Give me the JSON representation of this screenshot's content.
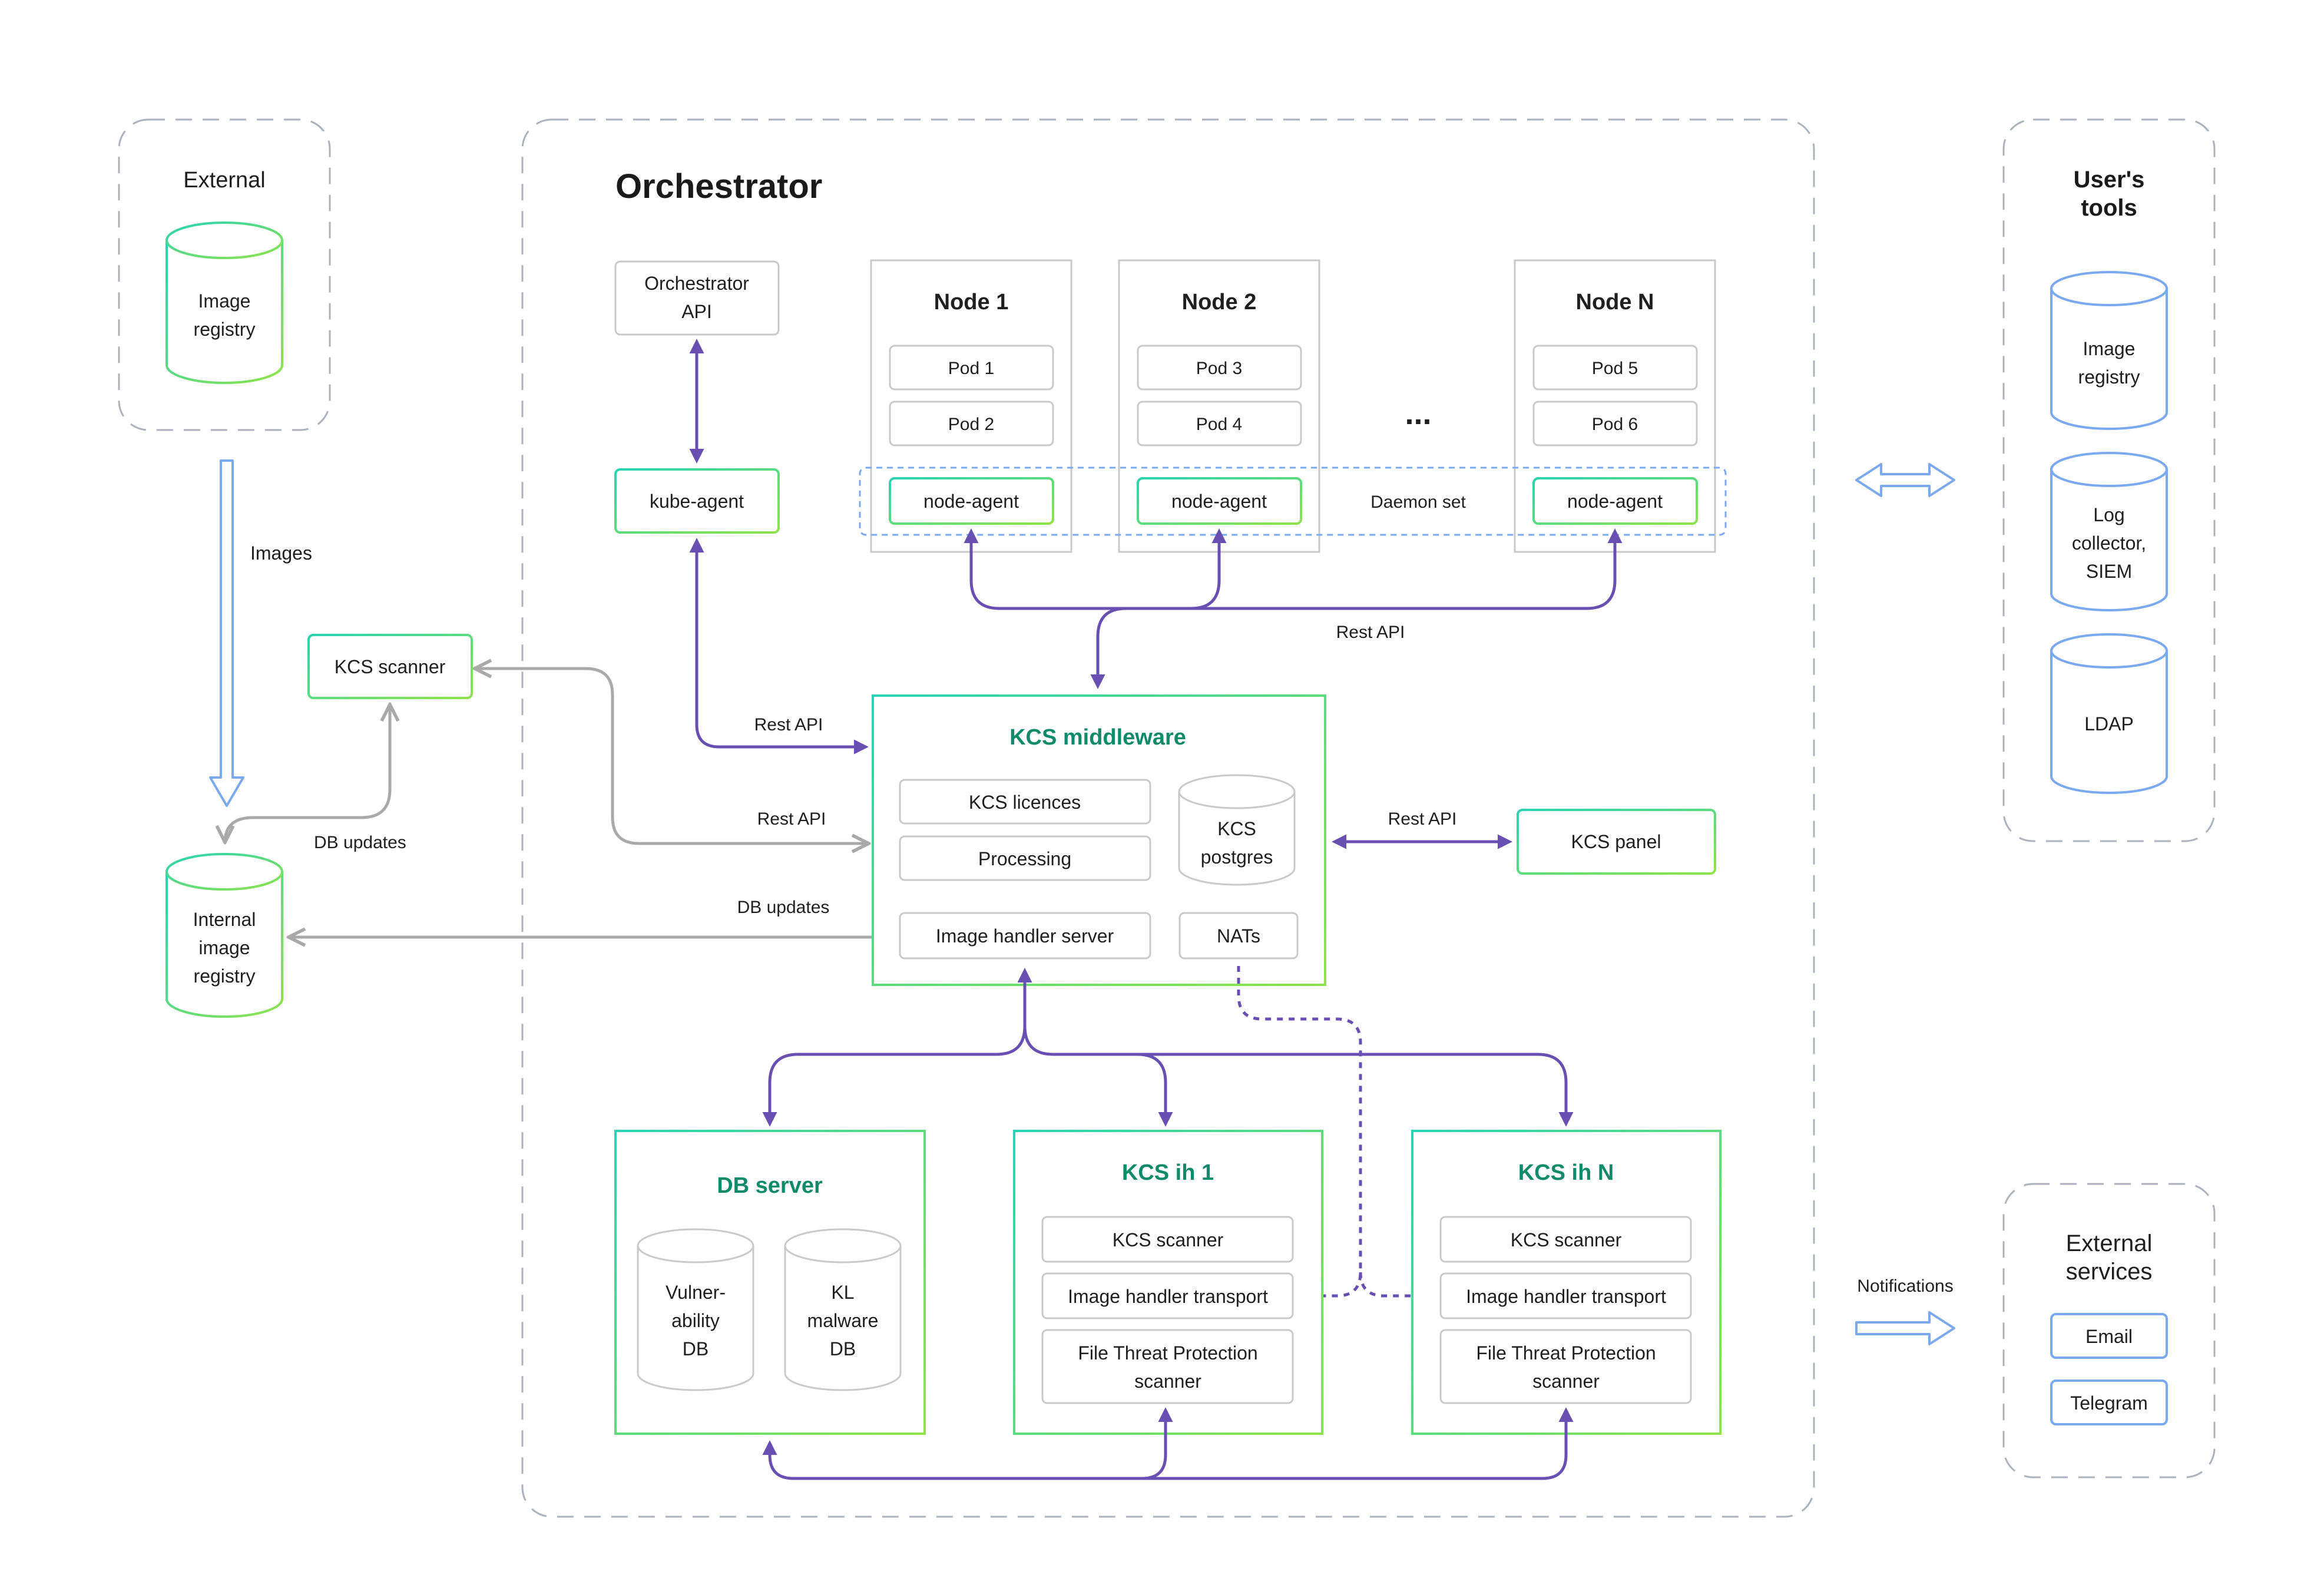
{
  "external": {
    "title": "External",
    "registry_line1": "Image",
    "registry_line2": "registry"
  },
  "images_label": "Images",
  "kcs_scanner_left": "KCS scanner",
  "db_updates_left": "DB updates",
  "internal_registry": {
    "line1": "Internal",
    "line2": "image",
    "line3": "registry"
  },
  "orchestrator": {
    "title": "Orchestrator",
    "api_line1": "Orchestrator",
    "api_line2": "API",
    "kube_agent": "kube-agent"
  },
  "nodes": [
    {
      "title": "Node 1",
      "pod_a": "Pod 1",
      "pod_b": "Pod 2",
      "agent": "node-agent"
    },
    {
      "title": "Node 2",
      "pod_a": "Pod 3",
      "pod_b": "Pod 4",
      "agent": "node-agent"
    },
    {
      "title": "Node N",
      "pod_a": "Pod 5",
      "pod_b": "Pod 6",
      "agent": "node-agent"
    }
  ],
  "ellipsis": "...",
  "daemon_set": "Daemon set",
  "labels": {
    "rest_api_nodes": "Rest API",
    "rest_api_kube": "Rest API",
    "rest_api_scanner": "Rest API",
    "db_updates_internal": "DB updates",
    "rest_api_panel": "Rest API",
    "notifications": "Notifications"
  },
  "middleware": {
    "title": "KCS middleware",
    "licences": "KCS licences",
    "processing": "Processing",
    "postgres_line1": "KCS",
    "postgres_line2": "postgres",
    "image_handler_server": "Image handler server",
    "nats": "NATs"
  },
  "kcs_panel": "KCS panel",
  "db_server": {
    "title": "DB server",
    "vuln_line1": "Vulner-",
    "vuln_line2": "ability",
    "vuln_line3": "DB",
    "kl_line1": "KL",
    "kl_line2": "malware",
    "kl_line3": "DB"
  },
  "ih1": {
    "title": "KCS ih 1",
    "scanner": "KCS scanner",
    "transport": "Image handler transport",
    "ftp_line1": "File Threat Protection",
    "ftp_line2": "scanner"
  },
  "ihn": {
    "title": "KCS ih N",
    "scanner": "KCS scanner",
    "transport": "Image handler transport",
    "ftp_line1": "File Threat Protection",
    "ftp_line2": "scanner"
  },
  "users_tools": {
    "title_line1": "User's",
    "title_line2": "tools",
    "registry_line1": "Image",
    "registry_line2": "registry",
    "log_line1": "Log",
    "log_line2": "collector,",
    "log_line3": "SIEM",
    "ldap": "LDAP"
  },
  "external_services": {
    "title_line1": "External",
    "title_line2": "services",
    "email": "Email",
    "telegram": "Telegram"
  },
  "colors": {
    "purple": "#6a4fb3",
    "gray_line": "#a9a9a9",
    "green_border": "#3ad49a",
    "green_title": "#0f8a6a",
    "blue": "#7aa9ef",
    "blue_text": "#3a4fb8"
  }
}
